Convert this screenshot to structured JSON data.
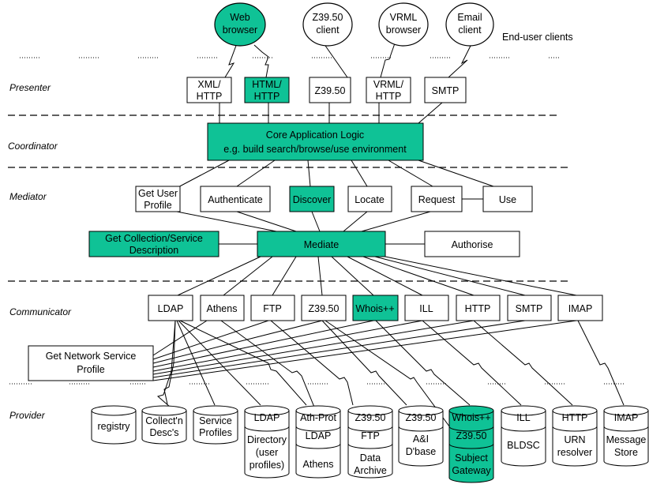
{
  "colors": {
    "accent": "#0fc296",
    "line": "#000000",
    "background": "#ffffff"
  },
  "layers": {
    "presenter": "Presenter",
    "coordinator": "Coordinator",
    "mediator": "Mediator",
    "communicator": "Communicator",
    "provider": "Provider"
  },
  "end_user_label": "End-user clients",
  "clients": {
    "web": [
      "Web",
      "browser"
    ],
    "z3950": [
      "Z39.50",
      "client"
    ],
    "vrml": [
      "VRML",
      "browser"
    ],
    "email": [
      "Email",
      "client"
    ]
  },
  "presenter_boxes": {
    "xml": [
      "XML/",
      "HTTP"
    ],
    "html": [
      "HTML/",
      "HTTP"
    ],
    "z3950": [
      "Z39.50"
    ],
    "vrml": [
      "VRML/",
      "HTTP"
    ],
    "smtp": [
      "SMTP"
    ]
  },
  "core": [
    "Core Application Logic",
    "e.g. build search/browse/use environment"
  ],
  "mediator_boxes": {
    "get_user_profile": [
      "Get User",
      "Profile"
    ],
    "authenticate": [
      "Authenticate"
    ],
    "discover": [
      "Discover"
    ],
    "locate": [
      "Locate"
    ],
    "request": [
      "Request"
    ],
    "use": [
      "Use"
    ],
    "get_collection": [
      "Get Collection/Service",
      "Description"
    ],
    "mediate": [
      "Mediate"
    ],
    "authorise": [
      "Authorise"
    ]
  },
  "communicator_boxes": {
    "ldap": "LDAP",
    "athens": "Athens",
    "ftp": "FTP",
    "z3950": "Z39.50",
    "whois": "Whois++",
    "ill": "ILL",
    "http": "HTTP",
    "smtp": "SMTP",
    "imap": "IMAP"
  },
  "network_profile": [
    "Get Network Service",
    "Profile"
  ],
  "providers": {
    "registry": [
      "registry"
    ],
    "collectn": [
      "Collect'n",
      "Desc's"
    ],
    "service": [
      "Service",
      "Profiles"
    ],
    "ldap": {
      "top": [
        "LDAP"
      ],
      "body": [
        "Directory",
        "(user",
        "profiles)"
      ]
    },
    "athprot": {
      "top": [
        "Ath-Prot"
      ],
      "mid": [
        "LDAP"
      ],
      "body": [
        "Athens"
      ]
    },
    "ftp": {
      "top": [
        "Z39.50"
      ],
      "mid": [
        "FTP"
      ],
      "body": [
        "Data",
        "Archive"
      ]
    },
    "aidb": {
      "top": [
        "Z39.50"
      ],
      "body": [
        "A&I",
        "D'base"
      ]
    },
    "whois": {
      "top": [
        "Whois++"
      ],
      "mid": [
        "Z39.50"
      ],
      "body": [
        "Subject",
        "Gateway"
      ]
    },
    "ill": {
      "top": [
        "ILL"
      ],
      "body": [
        "BLDSC"
      ]
    },
    "http": {
      "top": [
        "HTTP"
      ],
      "body": [
        "URN",
        "resolver"
      ]
    },
    "imap": {
      "top": [
        "IMAP"
      ],
      "body": [
        "Message",
        "Store"
      ]
    }
  }
}
